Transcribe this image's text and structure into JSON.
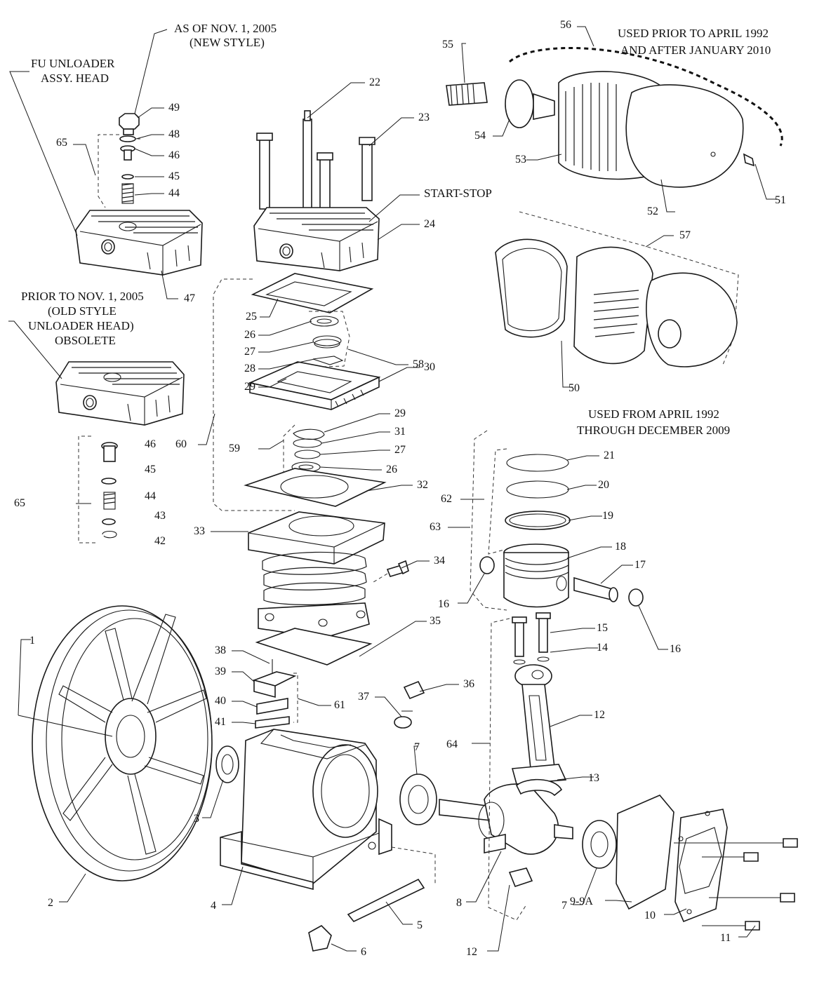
{
  "captions": {
    "as_of_line1": "AS OF NOV. 1, 2005",
    "as_of_line2": "(NEW STYLE)",
    "fu_line1": "FU UNLOADER",
    "fu_line2": "ASSY. HEAD",
    "prior_line1": "PRIOR TO NOV. 1, 2005",
    "prior_line2": "(OLD STYLE",
    "prior_line3": "UNLOADER HEAD)",
    "prior_line4": "OBSOLETE",
    "used_prior_line1": "USED PRIOR TO APRIL 1992",
    "used_prior_line2": "AND AFTER JANUARY 2010",
    "used_from_line1": "USED FROM APRIL 1992",
    "used_from_line2": "THROUGH DECEMBER 2009",
    "start_stop": "START-STOP"
  },
  "callouts": {
    "c1": "1",
    "c2": "2",
    "c3": "3",
    "c4": "4",
    "c5": "5",
    "c6": "6",
    "c7a": "7",
    "c7b": "7",
    "c8": "8",
    "c9": "9-9A",
    "c10": "10",
    "c11": "11",
    "c12a": "12",
    "c12b": "12",
    "c13": "13",
    "c14": "14",
    "c15": "15",
    "c16a": "16",
    "c16b": "16",
    "c17": "17",
    "c18": "18",
    "c19": "19",
    "c20": "20",
    "c21": "21",
    "c22": "22",
    "c23": "23",
    "c24": "24",
    "c25": "25",
    "c26a": "26",
    "c26b": "26",
    "c27a": "27",
    "c27b": "27",
    "c28": "28",
    "c29a": "29",
    "c29b": "29",
    "c30": "30",
    "c31": "31",
    "c32": "32",
    "c33": "33",
    "c34": "34",
    "c35": "35",
    "c36": "36",
    "c37": "37",
    "c38": "38",
    "c39": "39",
    "c40": "40",
    "c41": "41",
    "c42": "42",
    "c43": "43",
    "c44a": "44",
    "c44b": "44",
    "c45a": "45",
    "c45b": "45",
    "c46a": "46",
    "c46b": "46",
    "c47": "47",
    "c48": "48",
    "c49": "49",
    "c50": "50",
    "c51": "51",
    "c52": "52",
    "c53": "53",
    "c54": "54",
    "c55": "55",
    "c56": "56",
    "c57": "57",
    "c58": "58",
    "c59": "59",
    "c60": "60",
    "c61": "61",
    "c62": "62",
    "c63": "63",
    "c64": "64",
    "c65a": "65",
    "c65b": "65"
  }
}
